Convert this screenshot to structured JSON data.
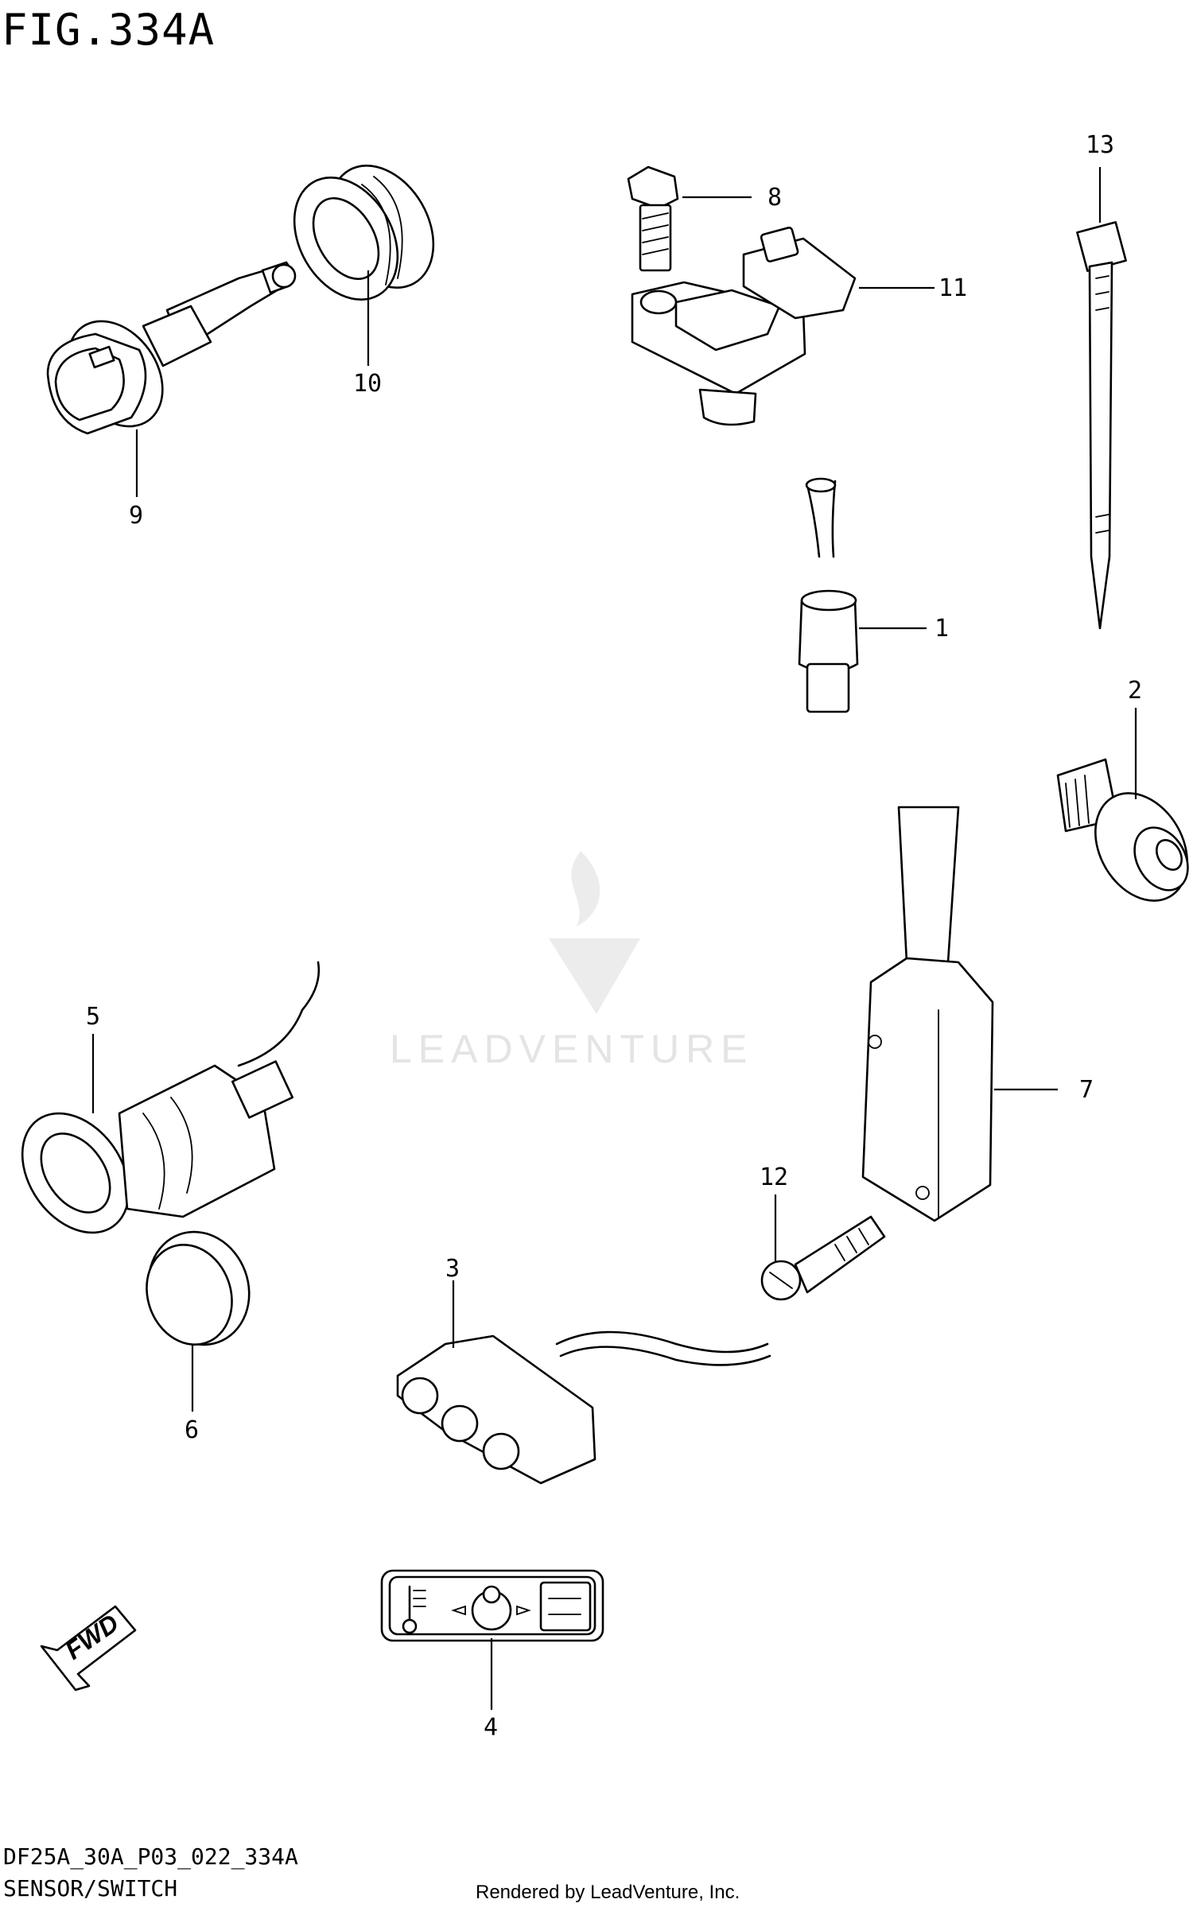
{
  "figure": {
    "title": "FIG.334A",
    "model_code": "DF25A_30A_P03_022_334A",
    "section_name": "SENSOR/SWITCH",
    "rendered_by": "Rendered by LeadVenture, Inc.",
    "watermark": "LEADVENTURE",
    "direction_marker": "FWD"
  },
  "callouts": [
    "1",
    "2",
    "3",
    "4",
    "5",
    "6",
    "7",
    "8",
    "9",
    "10",
    "11",
    "12",
    "13"
  ]
}
